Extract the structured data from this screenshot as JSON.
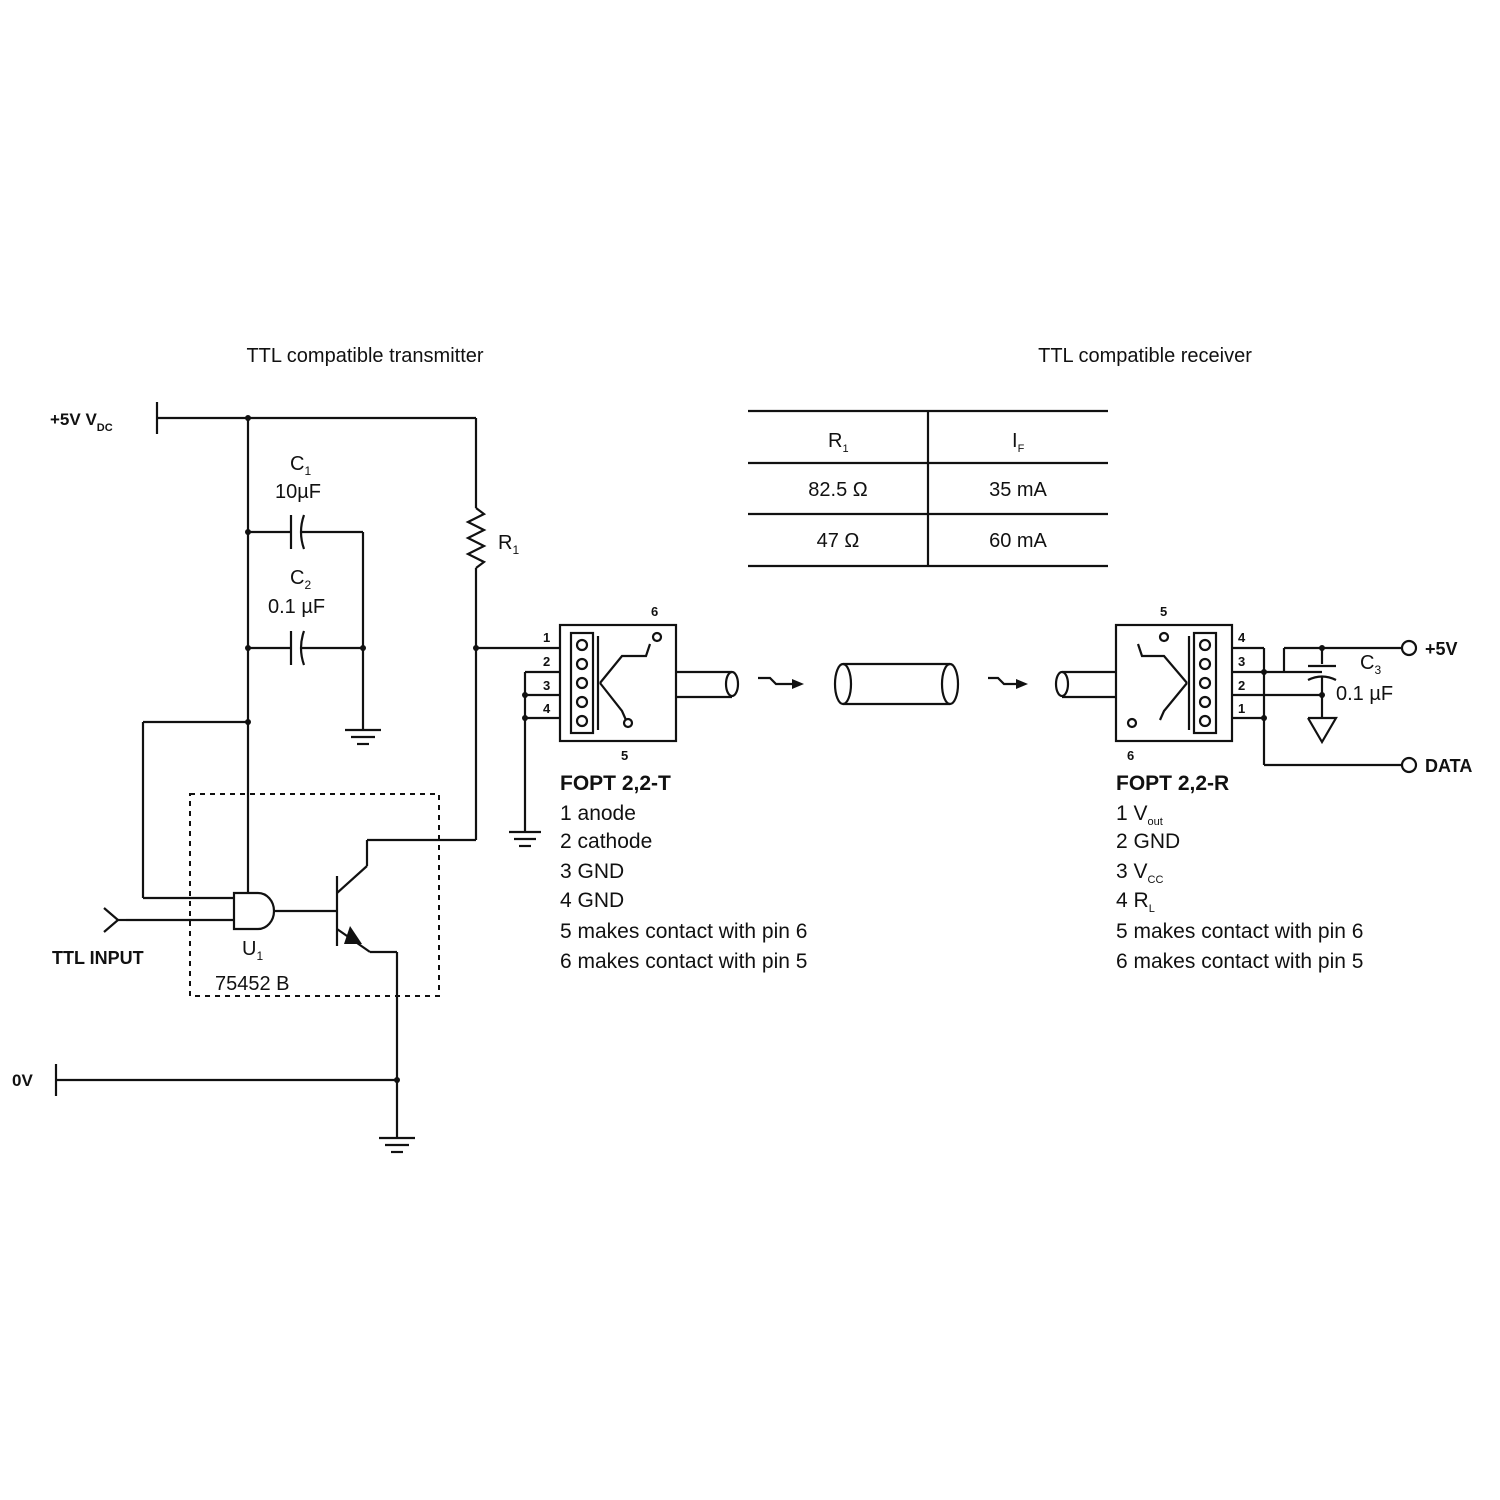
{
  "titles": {
    "transmitter": "TTL compatible transmitter",
    "receiver": "TTL compatible receiver"
  },
  "supply": {
    "vcc_main": "+5V V",
    "vcc_sub": "DC",
    "zero_v": "0V"
  },
  "components": {
    "c1_name": "C",
    "c1_sub": "1",
    "c1_value": "10µF",
    "c2_name": "C",
    "c2_sub": "2",
    "c2_value": "0.1 µF",
    "r1_name": "R",
    "r1_sub": "1",
    "u1_name": "U",
    "u1_sub": "1",
    "u1_part": "75452 B",
    "ttl_input": "TTL INPUT",
    "c3_name": "C",
    "c3_sub": "3",
    "c3_value": "0.1 µF",
    "plus5v": "+5V",
    "data": "DATA"
  },
  "table": {
    "headers": [
      {
        "main": "R",
        "sub": "1"
      },
      {
        "main": "I",
        "sub": "F"
      }
    ],
    "rows": [
      [
        "82.5 Ω",
        "35 mA"
      ],
      [
        "47 Ω",
        "60 mA"
      ]
    ]
  },
  "transmitter_module": {
    "name": "FOPT 2,2-T",
    "pin_top": "6",
    "pin_bottom": "5",
    "pin_numbers": [
      "1",
      "2",
      "3",
      "4"
    ],
    "pins": [
      "1 anode",
      "2 cathode",
      "3 GND",
      "4 GND",
      "5 makes contact with pin 6",
      "6 makes contact with pin 5"
    ]
  },
  "receiver_module": {
    "name": "FOPT 2,2-R",
    "pin_top": "5",
    "pin_bottom": "6",
    "pin_numbers": [
      "4",
      "3",
      "2",
      "1"
    ],
    "pin1_main": "1 V",
    "pin1_sub": "out",
    "pin2": "2 GND",
    "pin3_main": "3 V",
    "pin3_sub": "CC",
    "pin4_main": "4 R",
    "pin4_sub": "L",
    "pin5": "5 makes contact with pin 6",
    "pin6": "6 makes contact with pin 5"
  }
}
